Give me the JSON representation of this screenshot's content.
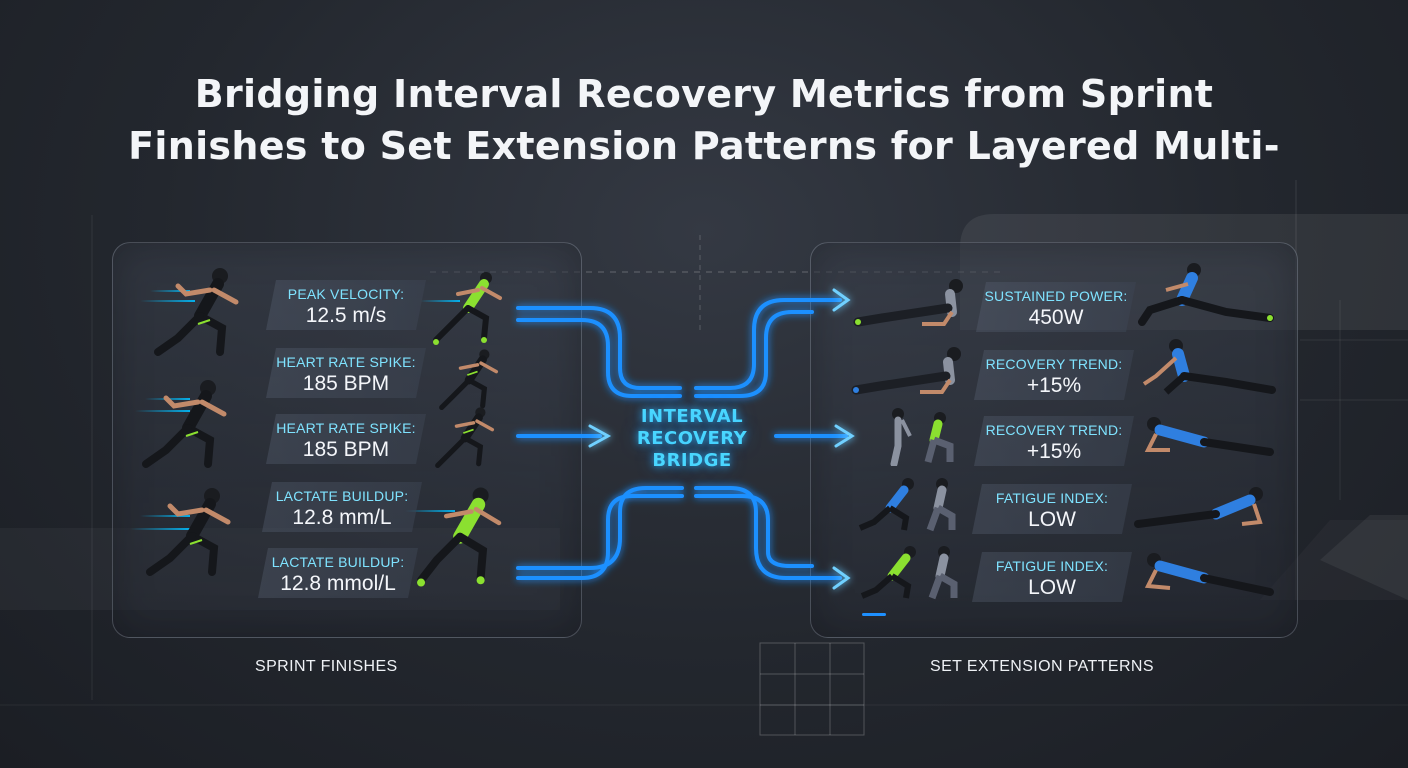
{
  "title": {
    "line1": "Bridging Interval Recovery Metrics from Sprint",
    "line2": "Finishes to Set Extension Patterns for Layered Multi-"
  },
  "left_metrics": [
    {
      "label": "PEAK VELOCITY:",
      "value": "12.5 m/s"
    },
    {
      "label": "HEART RATE SPIKE:",
      "value": "185 BPM"
    },
    {
      "label": "HEART RATE SPIKE:",
      "value": "185 BPM"
    },
    {
      "label": "LACTATE BUILDUP:",
      "value": "12.8 mm/L"
    },
    {
      "label": "LACTATE BUILDUP:",
      "value": "12.8 mmol/L"
    }
  ],
  "right_metrics": [
    {
      "label": "SUSTAINED POWER:",
      "value": "450W"
    },
    {
      "label": "RECOVERY TREND:",
      "value": "+15%"
    },
    {
      "label": "RECOVERY TREND:",
      "value": "+15%"
    },
    {
      "label": "FATIGUE INDEX:",
      "value": "LOW"
    },
    {
      "label": "FATIGUE INDEX:",
      "value": "LOW"
    }
  ],
  "bridge": {
    "line1": "INTERVAL",
    "line2": "RECOVERY",
    "line3": "BRIDGE"
  },
  "captions": {
    "left": "SPRINT FINISHES",
    "right": "SET EXTENSION PATTERNS"
  },
  "icons": {
    "sprinter": "sprinter-figure-icon",
    "plank": "plank-figure-icon",
    "squat": "squat-figure-icon",
    "arrow": "arrow-right-icon"
  },
  "colors": {
    "accent_cyan": "#49d6ff",
    "bridge_blue": "#1e90ff",
    "label_cyan": "#7fe3ff",
    "sprinter_green": "#8be030",
    "athlete_blue": "#2f7fe0"
  }
}
